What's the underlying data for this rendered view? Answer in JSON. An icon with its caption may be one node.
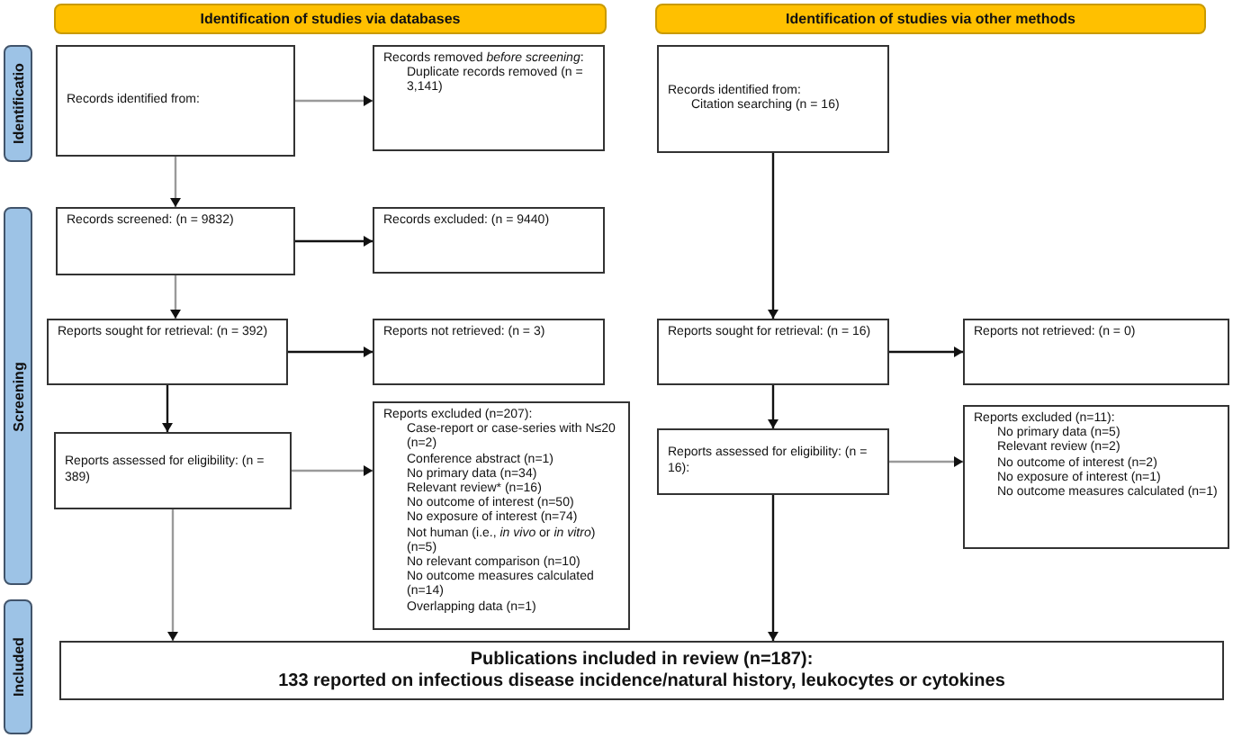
{
  "diagram": {
    "nodes": [
      {
        "text": [
          "Identification of studies via databases"
        ]
      },
      {
        "text": [
          "Identification of studies via other methods"
        ]
      },
      {
        "text": [
          "Identificatio"
        ]
      },
      {
        "text": [
          "Records identified from:"
        ]
      },
      {
        "text": [
          "Records removed *before screening*:",
          "Duplicate records removed (n = 3,141)"
        ]
      },
      {
        "text": [
          "Records identified from:",
          "Citation searching (n = 16)"
        ]
      },
      {
        "text": [
          "Screening"
        ]
      },
      {
        "text": [
          "Records screened: (n = 9832)"
        ]
      },
      {
        "text": [
          "Records excluded: (n = 9440)"
        ]
      },
      {
        "text": [
          "Reports sought for retrieval: (n = 392)"
        ]
      },
      {
        "text": [
          "Reports not retrieved: (n = 3)"
        ]
      },
      {
        "text": [
          "Reports sought for retrieval: (n = 16)"
        ]
      },
      {
        "text": [
          "Reports not retrieved: (n = 0)"
        ]
      },
      {
        "text": [
          "Reports assessed for eligibility: (n = 389)"
        ]
      },
      {
        "text": [
          "Reports excluded (n=207):",
          "Case-report or case-series with N≤20 (n=2)",
          "Conference abstract (n=1)",
          "No primary data (n=34)",
          "Relevant review* (n=16)",
          "No outcome of interest (n=50)",
          "No exposure of interest (n=74)",
          "Not human (i.e., *in vivo* or *in vitro*) (n=5)",
          "No relevant comparison (n=10)",
          "No outcome measures calculated (n=14)",
          "Overlapping data (n=1)"
        ]
      },
      {
        "text": [
          "Reports assessed for eligibility: (n = 16):"
        ]
      },
      {
        "text": [
          "Reports excluded (n=11):",
          "No primary data (n=5)",
          "Relevant review (n=2)",
          "No outcome of interest (n=2)",
          "No exposure of interest (n=1)",
          "No outcome measures calculated (n=1)"
        ]
      },
      {
        "text": [
          "Included"
        ]
      },
      {
        "text": [
          "Publications included in review (n=187):",
          "133 reported on infectious disease incidence/natural history, leukocytes or cytokines"
        ]
      }
    ],
    "edges": [
      {
        "from": 3,
        "to": 4,
        "arrow": "to",
        "color": "#9a9a9a"
      },
      {
        "from": 3,
        "to": 7,
        "arrow": "to",
        "color": "#9a9a9a"
      },
      {
        "from": 7,
        "to": 8,
        "arrow": "to"
      },
      {
        "from": 7,
        "to": 9,
        "arrow": "to",
        "color": "#9a9a9a"
      },
      {
        "from": 9,
        "to": 10,
        "arrow": "to"
      },
      {
        "from": 9,
        "to": 13,
        "arrow": "to"
      },
      {
        "from": 13,
        "to": 14,
        "arrow": "to",
        "color": "#9a9a9a"
      },
      {
        "from": 13,
        "to": 18,
        "arrow": "to",
        "color": "#9a9a9a"
      },
      {
        "from": 5,
        "to": 11,
        "arrow": "to"
      },
      {
        "from": 11,
        "to": 12,
        "arrow": "to"
      },
      {
        "from": 11,
        "to": 15,
        "arrow": "to"
      },
      {
        "from": 15,
        "to": 16,
        "arrow": "to",
        "color": "#9a9a9a"
      },
      {
        "from": 15,
        "to": 18,
        "arrow": "to"
      }
    ]
  }
}
